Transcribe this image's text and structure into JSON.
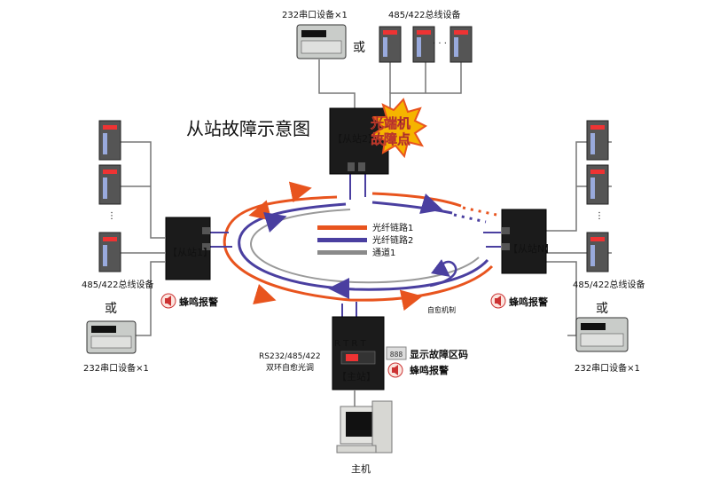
{
  "title": "从站故障示意图",
  "fault": {
    "line1": "光端机",
    "line2": "故障点"
  },
  "stations": {
    "slave1": "【从站1】",
    "slave2": "【从站2】",
    "slaveN": "【从站N】",
    "master": "【主站】"
  },
  "device_labels": {
    "rs232_x1_top": "232串口设备×1",
    "rs485_top": "485/422总线设备",
    "rs485_left": "485/422总线设备",
    "rs232_x1_left": "232串口设备×1",
    "rs485_right": "485/422总线设备",
    "rs232_x1_right": "232串口设备×1",
    "or": "或",
    "dots": "· · ·"
  },
  "legend": {
    "fiber1": "光纤链路1",
    "fiber2": "光纤链路2",
    "channel1": "通道1"
  },
  "self_heal": "自愈机制",
  "alarm": {
    "buzzer": "蜂鸣报警",
    "show_fault": "显示故障区码"
  },
  "master_info": {
    "line1": "RS232/485/422",
    "line2": "双环自愈光调",
    "ports": "R T  R T"
  },
  "host": "主机",
  "colors": {
    "fiber1": "#e8541e",
    "fiber2": "#4a3fa0",
    "channel1": "#8a8a8a",
    "legend_fiber2_text": "#3b3bd0",
    "alarm_text": "#0b2a8a",
    "fault_text": "#ffffff",
    "fault_burst": "#f5b400"
  }
}
